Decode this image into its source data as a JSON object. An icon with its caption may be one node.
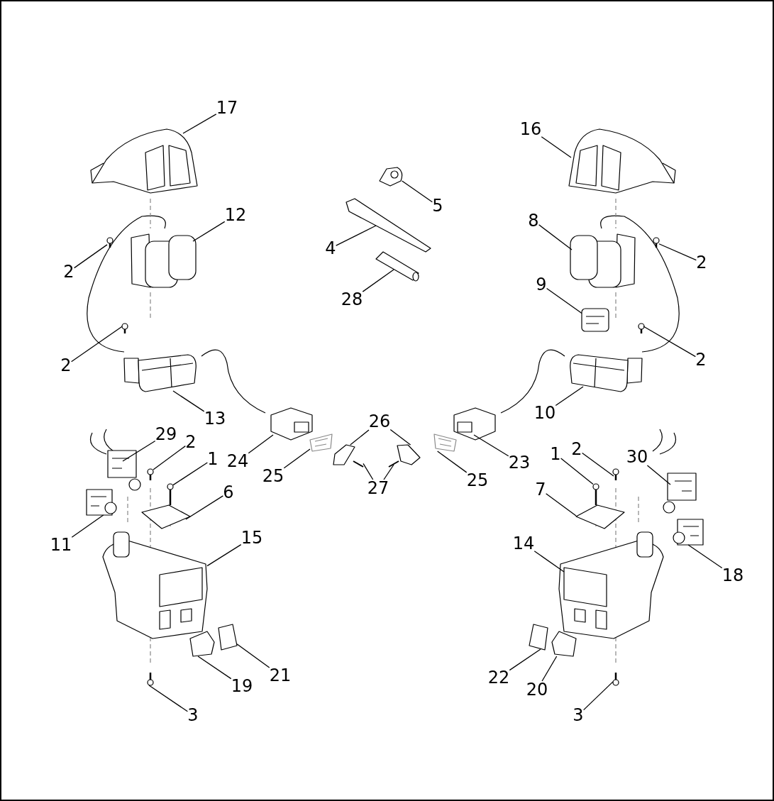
{
  "diagram": {
    "nodes": [
      {
        "text": [
          "17"
        ]
      },
      {
        "text": [
          "16"
        ]
      },
      {
        "text": [
          "5"
        ]
      },
      {
        "text": [
          "12"
        ]
      },
      {
        "text": [
          "4"
        ]
      },
      {
        "text": [
          "8"
        ]
      },
      {
        "text": [
          "2"
        ]
      },
      {
        "text": [
          "2"
        ]
      },
      {
        "text": [
          "28"
        ]
      },
      {
        "text": [
          "9"
        ]
      },
      {
        "text": [
          "2"
        ]
      },
      {
        "text": [
          "2"
        ]
      },
      {
        "text": [
          "13"
        ]
      },
      {
        "text": [
          "10"
        ]
      },
      {
        "text": [
          "26"
        ]
      },
      {
        "text": [
          "29"
        ]
      },
      {
        "text": [
          "2"
        ]
      },
      {
        "text": [
          "24"
        ]
      },
      {
        "text": [
          "1"
        ]
      },
      {
        "text": [
          "23"
        ]
      },
      {
        "text": [
          "25"
        ]
      },
      {
        "text": [
          "25"
        ]
      },
      {
        "text": [
          "27"
        ]
      },
      {
        "text": [
          "1"
        ]
      },
      {
        "text": [
          "2"
        ]
      },
      {
        "text": [
          "30"
        ]
      },
      {
        "text": [
          "6"
        ]
      },
      {
        "text": [
          "7"
        ]
      },
      {
        "text": [
          "11"
        ]
      },
      {
        "text": [
          "15"
        ]
      },
      {
        "text": [
          "14"
        ]
      },
      {
        "text": [
          "18"
        ]
      },
      {
        "text": [
          "21"
        ]
      },
      {
        "text": [
          "19"
        ]
      },
      {
        "text": [
          "22"
        ]
      },
      {
        "text": [
          "20"
        ]
      },
      {
        "text": [
          "3"
        ]
      },
      {
        "text": [
          "3"
        ]
      },
      {
        "text": [],
        "shape": "picture"
      },
      {
        "text": [],
        "shape": "picture"
      },
      {
        "text": [],
        "shape": "picture"
      },
      {
        "text": [],
        "shape": "picture"
      },
      {
        "text": [],
        "shape": "picture"
      },
      {
        "text": [],
        "shape": "picture"
      },
      {
        "text": [],
        "shape": "picture"
      },
      {
        "text": [],
        "shape": "picture"
      },
      {
        "text": [],
        "shape": "picture"
      },
      {
        "text": [],
        "shape": "picture"
      },
      {
        "text": [],
        "shape": "picture"
      },
      {
        "text": [],
        "shape": "picture"
      },
      {
        "text": [],
        "shape": "picture"
      },
      {
        "text": [],
        "shape": "picture"
      },
      {
        "text": [],
        "shape": "picture"
      },
      {
        "text": [],
        "shape": "picture"
      },
      {
        "text": [],
        "shape": "picture"
      },
      {
        "text": [],
        "shape": "picture"
      },
      {
        "text": [],
        "shape": "picture"
      },
      {
        "text": [],
        "shape": "picture"
      },
      {
        "text": [],
        "shape": "picture"
      },
      {
        "text": [],
        "shape": "picture"
      },
      {
        "text": [],
        "shape": "picture"
      },
      {
        "text": [],
        "shape": "picture"
      },
      {
        "text": [],
        "shape": "picture"
      },
      {
        "text": [],
        "shape": "picture"
      },
      {
        "text": [],
        "shape": "picture"
      },
      {
        "text": [],
        "shape": "picture"
      },
      {
        "text": [],
        "shape": "picture"
      },
      {
        "text": [],
        "shape": "picture"
      },
      {
        "text": [],
        "shape": "picture"
      },
      {
        "text": [],
        "shape": "picture"
      },
      {
        "text": [],
        "shape": "picture"
      },
      {
        "text": [],
        "shape": "picture"
      },
      {
        "text": [],
        "shape": "picture"
      },
      {
        "text": [],
        "shape": "picture"
      },
      {
        "text": [],
        "shape": "picture"
      },
      {
        "text": [],
        "shape": "picture"
      },
      {
        "text": [],
        "shape": "picture"
      },
      {
        "text": [],
        "shape": "picture"
      }
    ],
    "edges": [
      {
        "from": 0,
        "to": 38,
        "arrow": "none"
      },
      {
        "from": 1,
        "to": 39,
        "arrow": "none"
      },
      {
        "from": 2,
        "to": 40,
        "arrow": "none"
      },
      {
        "from": 3,
        "to": 41,
        "arrow": "none"
      },
      {
        "from": 4,
        "to": 42,
        "arrow": "none"
      },
      {
        "from": 5,
        "to": 43,
        "arrow": "none"
      },
      {
        "from": 6,
        "to": 44,
        "arrow": "none"
      },
      {
        "from": 7,
        "to": 45,
        "arrow": "none"
      },
      {
        "from": 8,
        "to": 46,
        "arrow": "none"
      },
      {
        "from": 9,
        "to": 47,
        "arrow": "none"
      },
      {
        "from": 10,
        "to": 48,
        "arrow": "none"
      },
      {
        "from": 11,
        "to": 49,
        "arrow": "none"
      },
      {
        "from": 12,
        "to": 50,
        "arrow": "none"
      },
      {
        "from": 13,
        "to": 51,
        "arrow": "none"
      },
      {
        "from": 14,
        "to": 52,
        "arrow": "none"
      },
      {
        "from": 14,
        "to": 53,
        "arrow": "none"
      },
      {
        "from": 15,
        "to": 54,
        "arrow": "none"
      },
      {
        "from": 16,
        "to": 55,
        "arrow": "none"
      },
      {
        "from": 17,
        "to": 56,
        "arrow": "none"
      },
      {
        "from": 18,
        "to": 57,
        "arrow": "none"
      },
      {
        "from": 19,
        "to": 58,
        "arrow": "none"
      },
      {
        "from": 20,
        "to": 59,
        "arrow": "none"
      },
      {
        "from": 21,
        "to": 60,
        "arrow": "none"
      },
      {
        "from": 22,
        "to": 61,
        "arrow": "none"
      },
      {
        "from": 22,
        "to": 62,
        "arrow": "none"
      },
      {
        "from": 23,
        "to": 63,
        "arrow": "none"
      },
      {
        "from": 24,
        "to": 64,
        "arrow": "none"
      },
      {
        "from": 25,
        "to": 65,
        "arrow": "none"
      },
      {
        "from": 26,
        "to": 66,
        "arrow": "none"
      },
      {
        "from": 27,
        "to": 67,
        "arrow": "none"
      },
      {
        "from": 28,
        "to": 68,
        "arrow": "none"
      },
      {
        "from": 29,
        "to": 69,
        "arrow": "none"
      },
      {
        "from": 30,
        "to": 70,
        "arrow": "none"
      },
      {
        "from": 31,
        "to": 71,
        "arrow": "none"
      },
      {
        "from": 32,
        "to": 72,
        "arrow": "none"
      },
      {
        "from": 33,
        "to": 73,
        "arrow": "none"
      },
      {
        "from": 34,
        "to": 74,
        "arrow": "none"
      },
      {
        "from": 35,
        "to": 75,
        "arrow": "none"
      },
      {
        "from": 36,
        "to": 76,
        "arrow": "none"
      },
      {
        "from": 37,
        "to": 77,
        "arrow": "none"
      }
    ]
  }
}
